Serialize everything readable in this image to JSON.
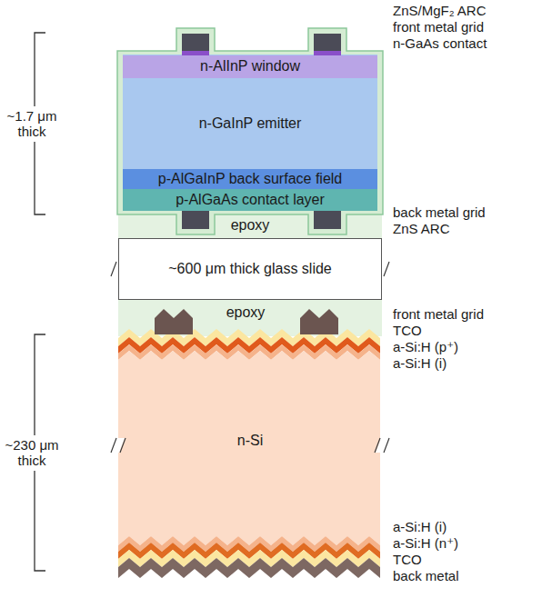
{
  "diagram": {
    "nodes": [
      {
        "text": [
          "n-AlInP window"
        ]
      },
      {
        "text": [
          "n-GaInP emitter"
        ]
      },
      {
        "text": [
          "p-AlGaInP back surface field"
        ]
      },
      {
        "text": [
          "p-AlGaAs contact layer"
        ]
      },
      {
        "text": [
          "epoxy"
        ]
      },
      {
        "text": [
          "~600 μm thick glass slide"
        ]
      },
      {
        "text": [
          "epoxy"
        ]
      },
      {
        "text": [
          "n-Si"
        ]
      }
    ],
    "labels": [
      "ZnS/MgF₂ ARC",
      "front metal grid",
      "n-GaAs contact",
      "back metal grid",
      "ZnS ARC",
      "front metal grid",
      "TCO",
      "a-Si:H (p⁺)",
      "a-Si:H (i)",
      "a-Si:H (i)",
      "a-Si:H (n⁺)",
      "TCO",
      "back metal",
      "~1.7 μm thick",
      "~230 μm thick"
    ]
  }
}
